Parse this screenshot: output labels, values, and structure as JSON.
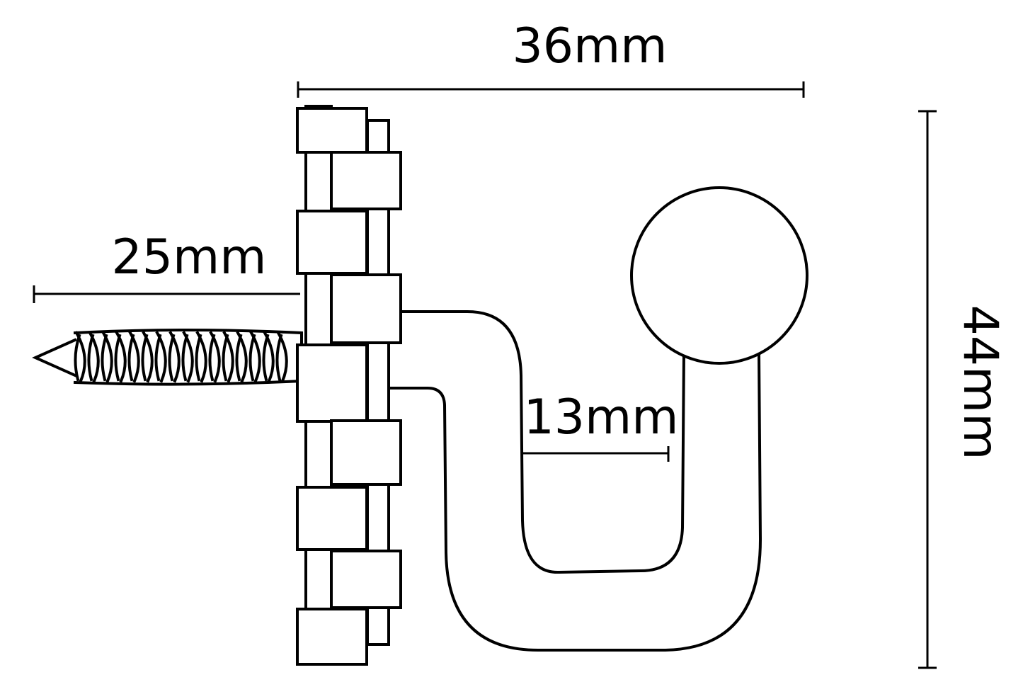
{
  "dimensions": {
    "width_label": "36mm",
    "screw_label": "25mm",
    "gap_label": "13mm",
    "height_label": "44mm"
  },
  "parts": {
    "backplate": "woven-block-icon",
    "screw": "screw-icon",
    "hook": "hook-icon",
    "ball": "ball-finial-icon"
  },
  "colors": {
    "stroke": "#000000",
    "background": "#ffffff"
  }
}
